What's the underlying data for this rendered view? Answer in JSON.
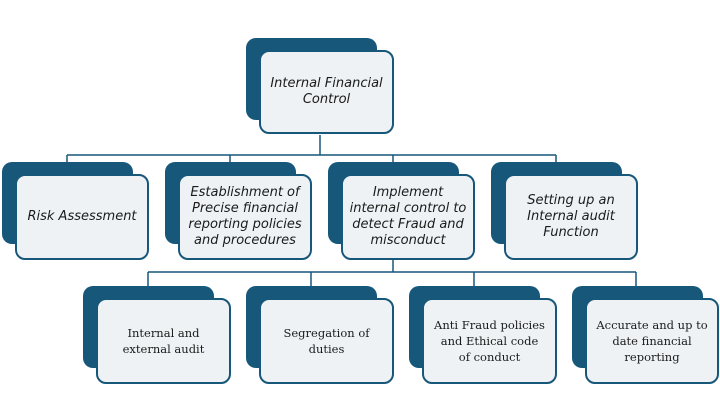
{
  "diagram": {
    "root": {
      "label": "Internal Financial Control"
    },
    "level1": [
      {
        "label": "Risk Assessment"
      },
      {
        "label": "Establishment of Precise financial reporting policies and procedures"
      },
      {
        "label": "Implement internal control to detect Fraud and misconduct"
      },
      {
        "label": "Setting up an Internal audit Function"
      }
    ],
    "level2": [
      {
        "label": "Internal and external audit"
      },
      {
        "label": "Segregation of duties"
      },
      {
        "label": "Anti Fraud policies and Ethical code of conduct"
      },
      {
        "label": "Accurate and up to date financial reporting"
      }
    ]
  },
  "colors": {
    "dark_box": "#17577a",
    "light_box": "#eef2f5",
    "connector": "#17577a"
  }
}
